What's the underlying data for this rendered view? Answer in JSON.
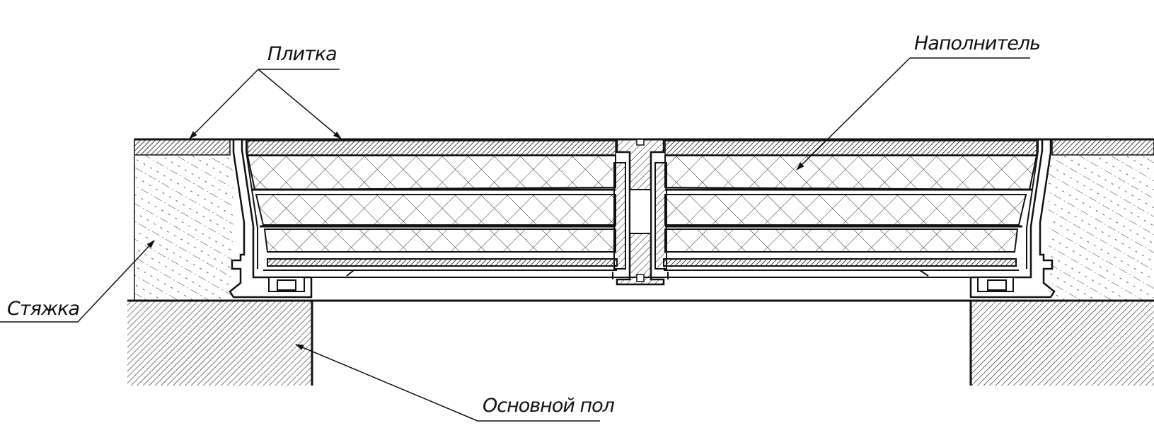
{
  "labels": {
    "tile": "Плитка",
    "filler": "Наполнитель",
    "screed": "Стяжка",
    "base_floor": "Основной пол"
  },
  "colors": {
    "ink": "#111111",
    "background": "#ffffff"
  }
}
